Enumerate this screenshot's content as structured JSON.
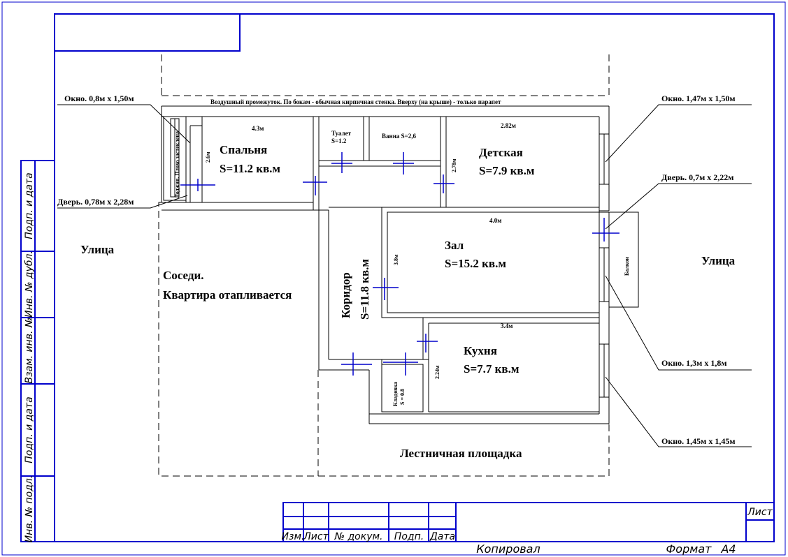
{
  "colors": {
    "frame": "#0000cc",
    "ink": "#000000",
    "paper": "#ffffff"
  },
  "labels": {
    "air_gap_note": "Воздушный промежуток. По бокам - обычная кирпичная стенка. Вверху (на крыше) - только парапет",
    "street_left": "Улица",
    "street_right": "Улица",
    "neighbors_line1": "Соседи.",
    "neighbors_line2": "Квартира отапливается",
    "stair_landing": "Лестничная площадка"
  },
  "rooms": {
    "bedroom": {
      "name": "Спальня",
      "area": "S=11.2 кв.м",
      "width": "4.3м",
      "depth": "2.6м"
    },
    "toilet": {
      "name": "Туалет",
      "area": "S=1.2"
    },
    "bath": {
      "label": "Ванна S=2,6"
    },
    "kids": {
      "name": "Детская",
      "area": "S=7.9 кв.м",
      "width": "2.82м",
      "depth": "2.78м"
    },
    "hall": {
      "name": "Зал",
      "area": "S=15.2 кв.м",
      "width": "4.0м",
      "depth": "3.8м"
    },
    "corridor": {
      "name": "Коридор",
      "area": "S=11.8 кв.м"
    },
    "kitchen": {
      "name": "Кухня",
      "area": "S=7.7 кв.м",
      "width": "3.4м",
      "depth": "2.24м"
    },
    "pantry": {
      "name": "Кладовка",
      "area": "S = 0.8"
    },
    "loggia": {
      "label": "Лоджия. Плохо застеклена"
    },
    "balcony": {
      "label": "Балкон"
    }
  },
  "callouts": {
    "window_bedroom": "Окно. 0,8м х 1,50м",
    "door_loggia": "Дверь. 0,78м х 2,28м",
    "window_kids": "Окно. 1,47м х 1,50м",
    "door_balcony": "Дверь. 0,7м х 2,22м",
    "window_hall": "Окно. 1,3м х 1,8м",
    "window_kitchen": "Окно. 1,45м х 1,45м"
  },
  "stamp": {
    "left_column": [
      "Подп. и дата",
      "Инв. № дубл.",
      "Взам. инв. №",
      "Подп. и дата",
      "Инв. № подл."
    ],
    "title_block_headers": [
      "Изм.",
      "Лист",
      "№ докум.",
      "Подп.",
      "Дата"
    ],
    "sheet_label": "Лист",
    "copied_label": "Копировал",
    "format_label": "Формат",
    "format_value": "А4"
  }
}
